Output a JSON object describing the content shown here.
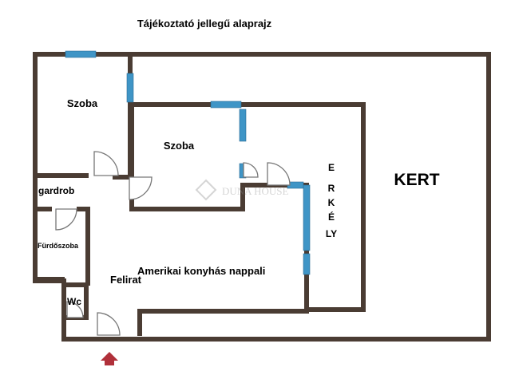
{
  "title": "Tájékoztató jellegű alaprajz",
  "rooms": {
    "room1": "Szoba",
    "room2": "Szoba",
    "closet": "gardrob",
    "bathroom": "Fürdőszoba",
    "living": "Amerikai konyhás nappali",
    "note": "Felirat",
    "wc": "Wc",
    "garden": "KERT"
  },
  "balcony_letters": [
    "E",
    "R",
    "K",
    "É",
    "LY"
  ],
  "watermark": "DUNA HOUSE",
  "colors": {
    "wall": "#4a3c33",
    "window": "#3f95c6",
    "door": "#777777",
    "entrance_arrow": "#b0303a"
  }
}
